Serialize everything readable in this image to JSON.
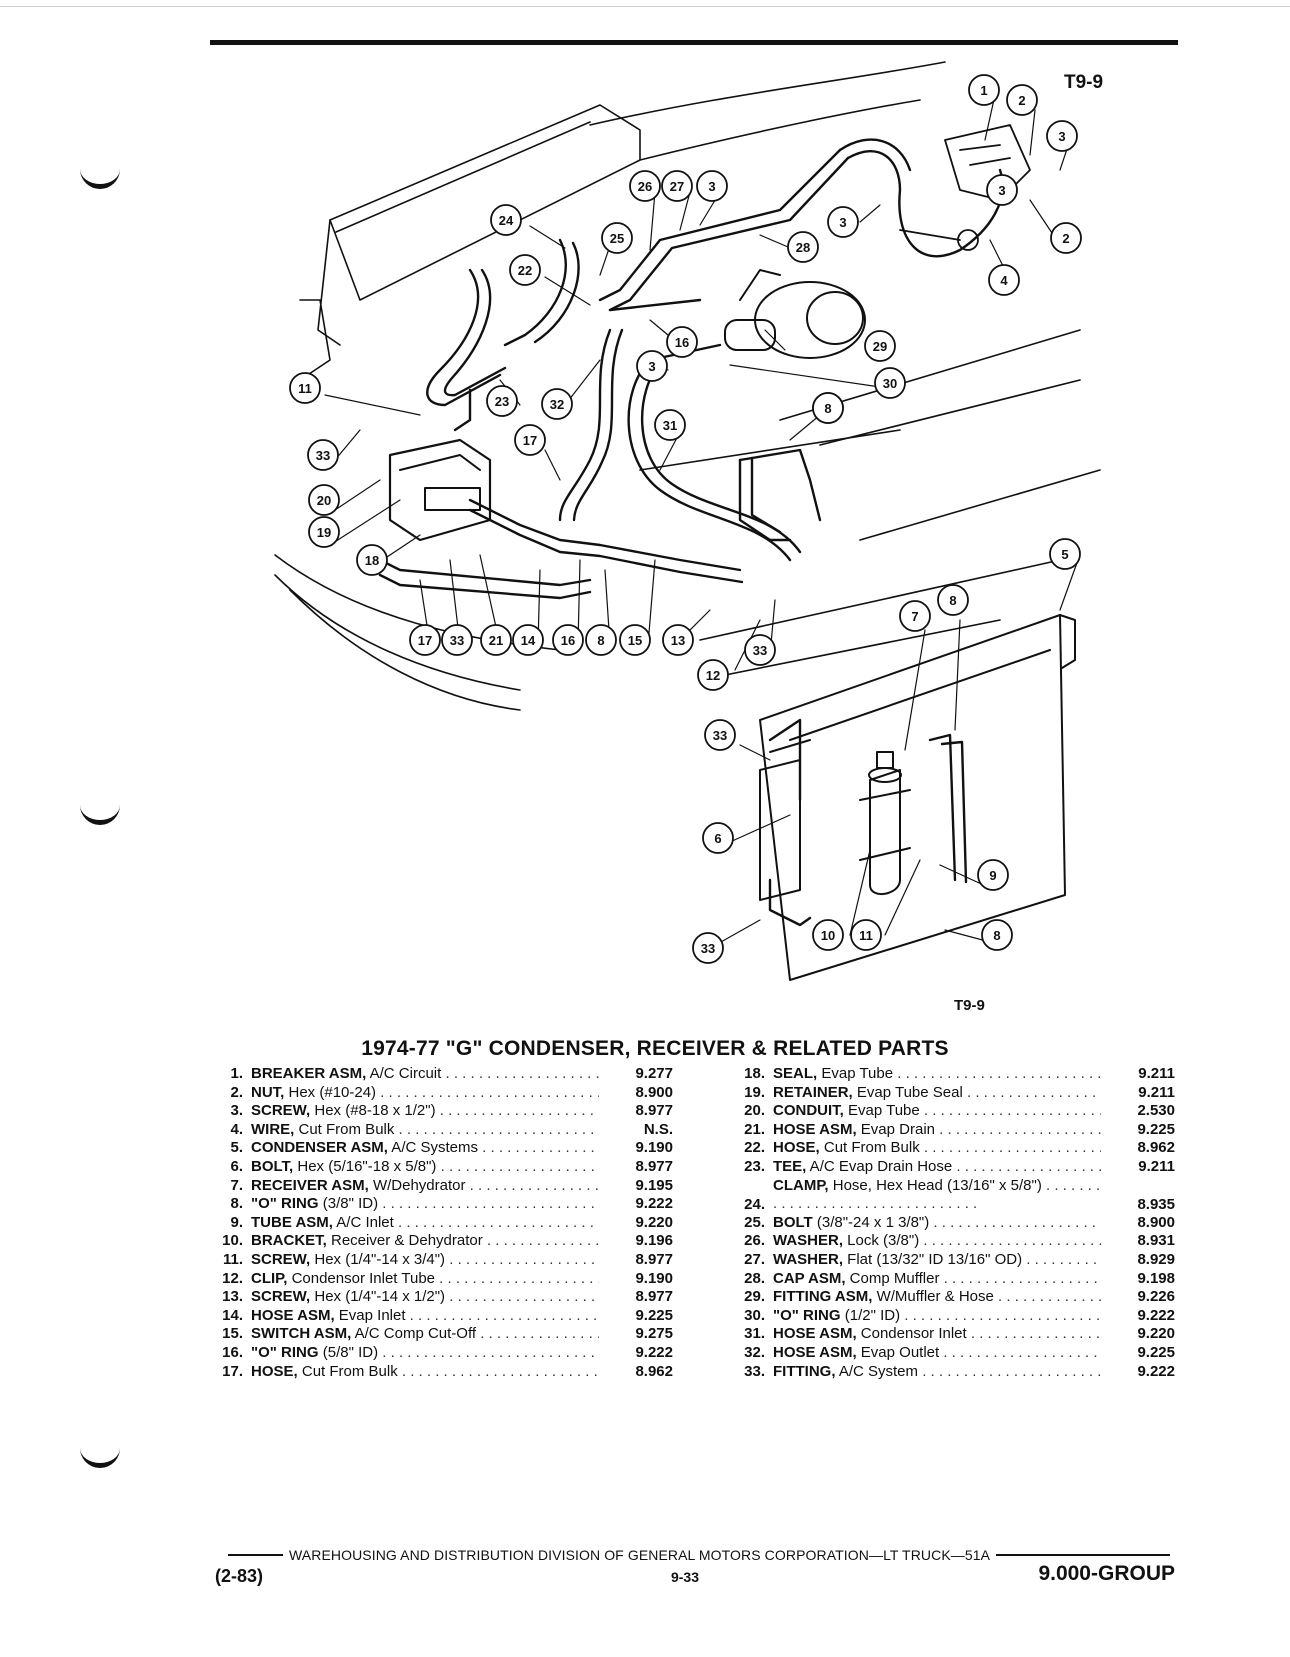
{
  "figure": {
    "code_top": "T9-9",
    "code_bottom": "T9-9",
    "callouts": [
      "1",
      "2",
      "3",
      "3",
      "2",
      "4",
      "26",
      "27",
      "3",
      "3",
      "24",
      "25",
      "28",
      "22",
      "16",
      "29",
      "11",
      "23",
      "32",
      "3",
      "30",
      "31",
      "8",
      "33",
      "17",
      "20",
      "19",
      "18",
      "8",
      "5",
      "8",
      "7",
      "17",
      "33",
      "21",
      "14",
      "16",
      "8",
      "15",
      "13",
      "12",
      "33",
      "33",
      "6",
      "9",
      "10",
      "11",
      "8",
      "33"
    ]
  },
  "section_title": "1974-77 \"G\" CONDENSER, RECEIVER & RELATED PARTS",
  "parts_left": [
    {
      "no": "1.",
      "name": "BREAKER ASM,",
      "desc": "A/C Circuit",
      "group": "9.277"
    },
    {
      "no": "2.",
      "name": "NUT,",
      "desc": "Hex (#10-24)",
      "group": "8.900"
    },
    {
      "no": "3.",
      "name": "SCREW,",
      "desc": "Hex (#8-18 x 1/2\")",
      "group": "8.977"
    },
    {
      "no": "4.",
      "name": "WIRE,",
      "desc": "Cut From Bulk",
      "group": "N.S."
    },
    {
      "no": "5.",
      "name": "CONDENSER ASM,",
      "desc": "A/C Systems",
      "group": "9.190"
    },
    {
      "no": "6.",
      "name": "BOLT,",
      "desc": "Hex (5/16\"-18 x 5/8\")",
      "group": "8.977"
    },
    {
      "no": "7.",
      "name": "RECEIVER ASM,",
      "desc": "W/Dehydrator",
      "group": "9.195"
    },
    {
      "no": "8.",
      "name": "\"O\" RING",
      "desc": "(3/8\" ID)",
      "group": "9.222"
    },
    {
      "no": "9.",
      "name": "TUBE ASM,",
      "desc": "A/C Inlet",
      "group": "9.220"
    },
    {
      "no": "10.",
      "name": "BRACKET,",
      "desc": "Receiver & Dehydrator",
      "group": "9.196"
    },
    {
      "no": "11.",
      "name": "SCREW,",
      "desc": "Hex (1/4\"-14 x 3/4\")",
      "group": "8.977"
    },
    {
      "no": "12.",
      "name": "CLIP,",
      "desc": "Condensor Inlet Tube",
      "group": "9.190"
    },
    {
      "no": "13.",
      "name": "SCREW,",
      "desc": "Hex (1/4\"-14 x 1/2\")",
      "group": "8.977"
    },
    {
      "no": "14.",
      "name": "HOSE ASM,",
      "desc": "Evap Inlet",
      "group": "9.225"
    },
    {
      "no": "15.",
      "name": "SWITCH ASM,",
      "desc": "A/C Comp Cut-Off",
      "group": "9.275"
    },
    {
      "no": "16.",
      "name": "\"O\" RING",
      "desc": "(5/8\" ID)",
      "group": "9.222"
    },
    {
      "no": "17.",
      "name": "HOSE,",
      "desc": "Cut From Bulk",
      "group": "8.962"
    }
  ],
  "parts_right": [
    {
      "no": "18.",
      "name": "SEAL,",
      "desc": "Evap Tube",
      "group": "9.211"
    },
    {
      "no": "19.",
      "name": "RETAINER,",
      "desc": "Evap Tube Seal",
      "group": "9.211"
    },
    {
      "no": "20.",
      "name": "CONDUIT,",
      "desc": "Evap Tube",
      "group": "2.530"
    },
    {
      "no": "21.",
      "name": "HOSE ASM,",
      "desc": "Evap Drain",
      "group": "9.225"
    },
    {
      "no": "22.",
      "name": "HOSE,",
      "desc": "Cut From Bulk",
      "group": "8.962"
    },
    {
      "no": "23.",
      "name": "TEE,",
      "desc": "A/C Evap Drain Hose",
      "group": "9.211"
    },
    {
      "no": "24.",
      "name": "CLAMP,",
      "desc": "Hose, Hex Head (13/16\" x 5/8\")",
      "group": "8.935"
    },
    {
      "no": "25.",
      "name": "BOLT",
      "desc": "(3/8\"-24 x 1 3/8\")",
      "group": "8.900"
    },
    {
      "no": "26.",
      "name": "WASHER,",
      "desc": "Lock (3/8\")",
      "group": "8.931"
    },
    {
      "no": "27.",
      "name": "WASHER,",
      "desc": "Flat (13/32\" ID 13/16\" OD)",
      "group": "8.929"
    },
    {
      "no": "28.",
      "name": "CAP ASM,",
      "desc": "Comp Muffler",
      "group": "9.198"
    },
    {
      "no": "29.",
      "name": "FITTING ASM,",
      "desc": "W/Muffler & Hose",
      "group": "9.226"
    },
    {
      "no": "30.",
      "name": "\"O\" RING",
      "desc": "(1/2\" ID)",
      "group": "9.222"
    },
    {
      "no": "31.",
      "name": "HOSE ASM,",
      "desc": "Condensor Inlet",
      "group": "9.220"
    },
    {
      "no": "32.",
      "name": "HOSE ASM,",
      "desc": "Evap Outlet",
      "group": "9.225"
    },
    {
      "no": "33.",
      "name": "FITTING,",
      "desc": "A/C System",
      "group": "9.222"
    }
  ],
  "footer": {
    "division": "WAREHOUSING AND DISTRIBUTION  DIVISION OF GENERAL MOTORS CORPORATION—LT TRUCK—51A",
    "date_code": "(2-83)",
    "page": "9-33",
    "group": "9.000-GROUP"
  }
}
